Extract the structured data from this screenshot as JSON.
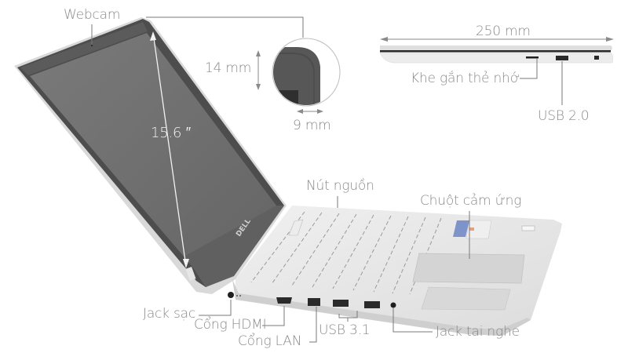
{
  "diagram": {
    "subject": "Dell laptop",
    "colors": {
      "background": "#ffffff",
      "label_text": "#8a8a8a",
      "leader_line": "#7a7a7a",
      "screen": "#6e6e6e",
      "bezel": "#555555",
      "chassis": "#e4e4e4",
      "screen_label": "#f2f2f2"
    },
    "dimensions": {
      "screen_size": "15.6 ″",
      "bezel_top": "14 mm",
      "bezel_side": "9 mm",
      "thickness_width": "250 mm"
    },
    "labels": {
      "webcam": "Webcam",
      "card_slot": "Khe gắn thẻ nhớ",
      "usb2": "USB 2.0",
      "power_button": "Nút nguồn",
      "touchpad": "Chuột cảm ứng",
      "charging_jack": "Jack sạc",
      "hdmi": "Cổng HDMI",
      "lan": "Cổng LAN",
      "usb31": "USB 3.1",
      "headphone_jack": "Jack tai nghe"
    },
    "logo_text": "DELL"
  }
}
